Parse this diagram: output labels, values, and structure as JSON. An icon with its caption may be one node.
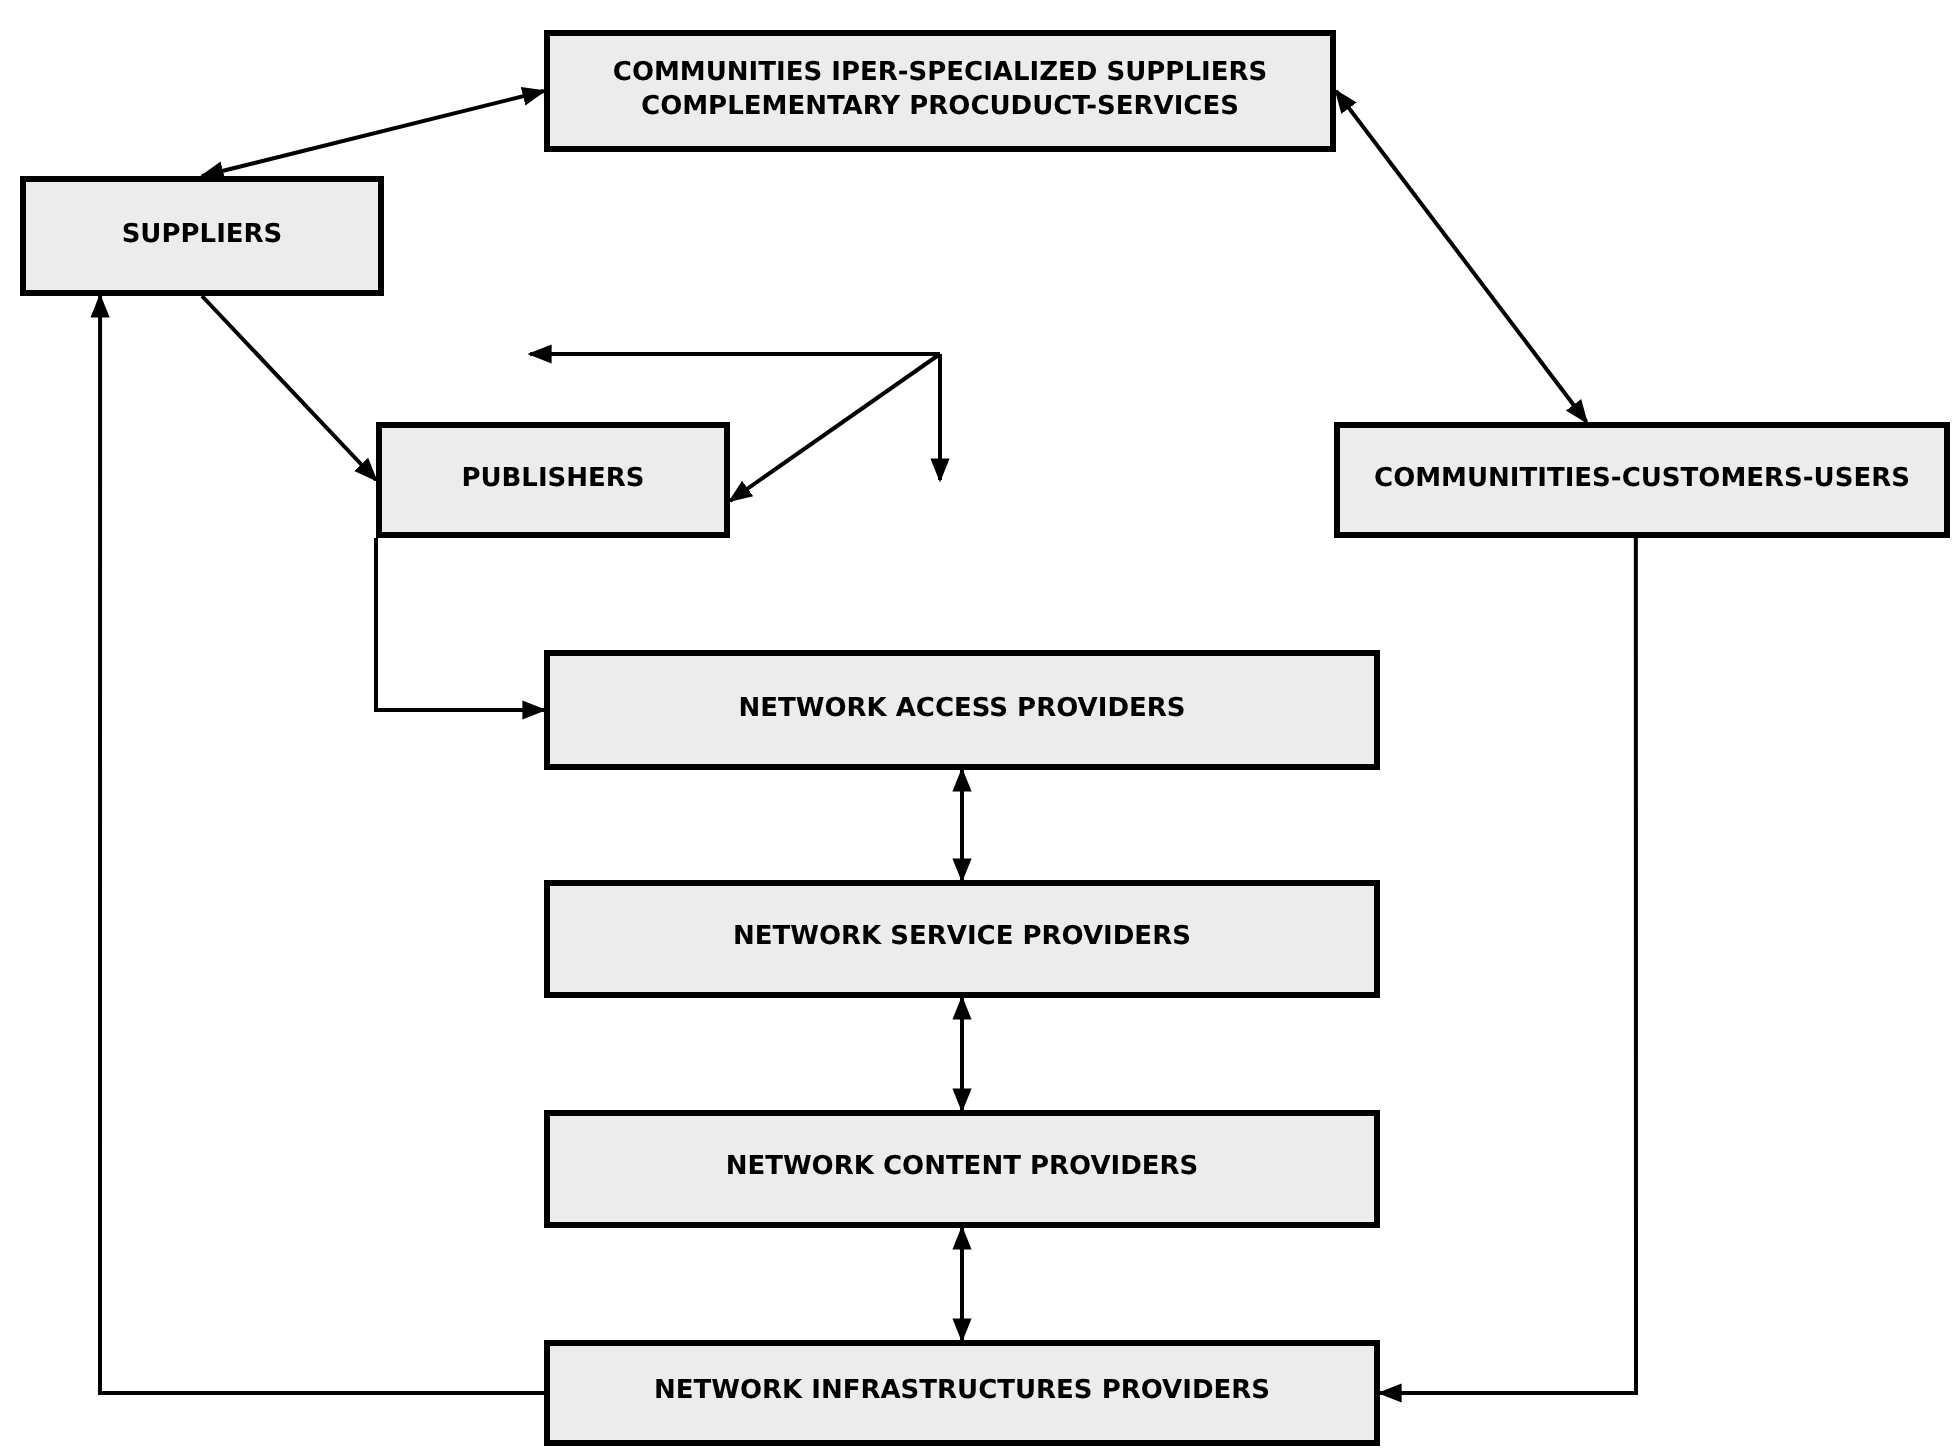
{
  "diagram": {
    "nodes": [
      {
        "text": [
          "COMMUNITIES IPER-SPECIALIZED SUPPLIERS",
          "COMPLEMENTARY PROCUDUCT-SERVICES"
        ]
      },
      {
        "text": [
          "SUPPLIERS"
        ]
      },
      {
        "text": [
          "PUBLISHERS"
        ]
      },
      {
        "text": [
          "COMMUNITITIES-CUSTOMERS-USERS"
        ]
      },
      {
        "text": [
          "NETWORK ACCESS PROVIDERS"
        ]
      },
      {
        "text": [
          "NETWORK SERVICE PROVIDERS"
        ]
      },
      {
        "text": [
          "NETWORK CONTENT PROVIDERS"
        ]
      },
      {
        "text": [
          "NETWORK INFRASTRUCTURES PROVIDERS"
        ]
      }
    ],
    "edges": [
      {
        "from": 0,
        "to": 1,
        "arrow": "both"
      },
      {
        "from": 1,
        "to": 2,
        "arrow": "to"
      },
      {
        "from": 2,
        "to": 4,
        "arrow": "to"
      },
      {
        "from": 3,
        "to": 0,
        "arrow": "both"
      },
      {
        "from": 4,
        "to": 5,
        "arrow": "both"
      },
      {
        "from": 5,
        "to": 6,
        "arrow": "both"
      },
      {
        "from": 6,
        "to": 7,
        "arrow": "both"
      },
      {
        "from": 7,
        "to": 1,
        "arrow": "to"
      },
      {
        "from": 3,
        "to": 7,
        "arrow": "to"
      },
      {
        "from": null,
        "to": 2,
        "arrow": "to"
      }
    ]
  }
}
